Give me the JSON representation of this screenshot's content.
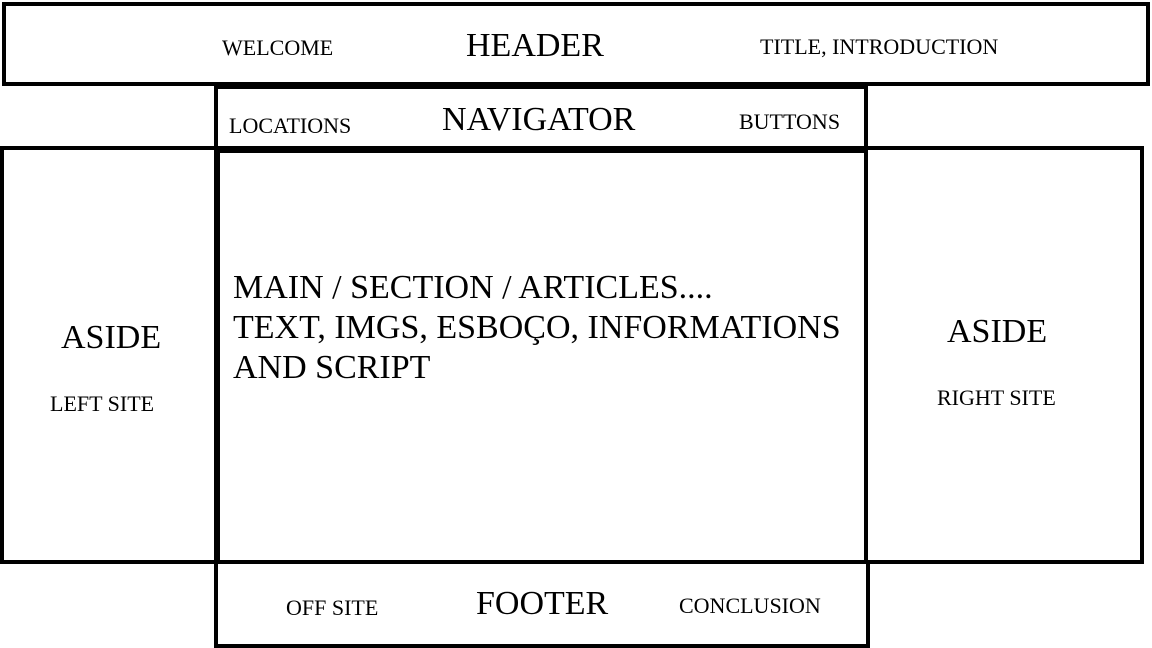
{
  "header": {
    "title": "HEADER",
    "left": "WELCOME",
    "right": "TITLE, INTRODUCTION"
  },
  "navigator": {
    "title": "NAVIGATOR",
    "left": "LOCATIONS",
    "right": "BUTTONS"
  },
  "main": {
    "lines": [
      "MAIN / SECTION / ARTICLES....",
      "TEXT, IMGS, ESBOÇO, INFORMATIONS",
      "AND SCRIPT"
    ]
  },
  "aside_left": {
    "title": "ASIDE",
    "subtitle": "LEFT SITE"
  },
  "aside_right": {
    "title": "ASIDE",
    "subtitle": "RIGHT SITE"
  },
  "footer": {
    "title": "FOOTER",
    "left": "OFF SITE",
    "right": "CONCLUSION"
  }
}
